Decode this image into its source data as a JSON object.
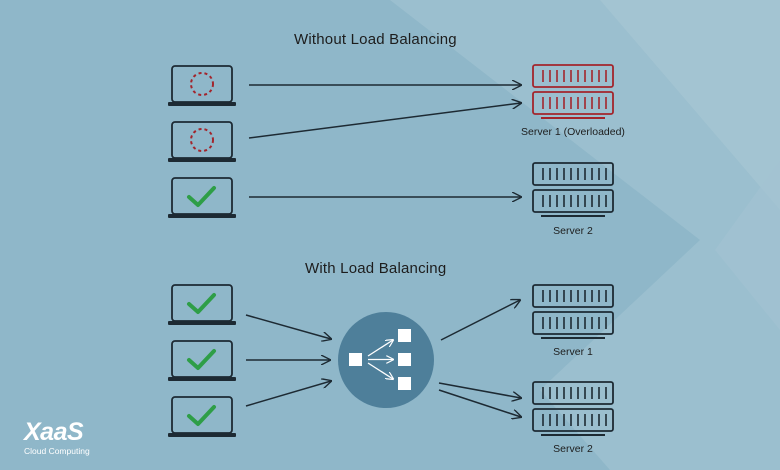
{
  "colors": {
    "background": "#8fb7c9",
    "stroke": "#1d2a33",
    "overloaded": "#a3252c",
    "check": "#2e9e47",
    "balancer": "#4e7f9a"
  },
  "top_section": {
    "title": "Without Load Balancing",
    "clients": [
      {
        "status": "loading-icon"
      },
      {
        "status": "loading-icon"
      },
      {
        "status": "check-icon"
      }
    ],
    "servers": [
      {
        "label": "Server 1 (Overloaded)",
        "overloaded": true
      },
      {
        "label": "Server 2",
        "overloaded": false
      }
    ]
  },
  "bottom_section": {
    "title": "With Load Balancing",
    "clients": [
      {
        "status": "check-icon"
      },
      {
        "status": "check-icon"
      },
      {
        "status": "check-icon"
      }
    ],
    "balancer_icon": "load-balancer-icon",
    "servers": [
      {
        "label": "Server 1"
      },
      {
        "label": "Server 2"
      }
    ]
  },
  "logo": {
    "name": "XaaS",
    "tagline": "Cloud Computing"
  }
}
